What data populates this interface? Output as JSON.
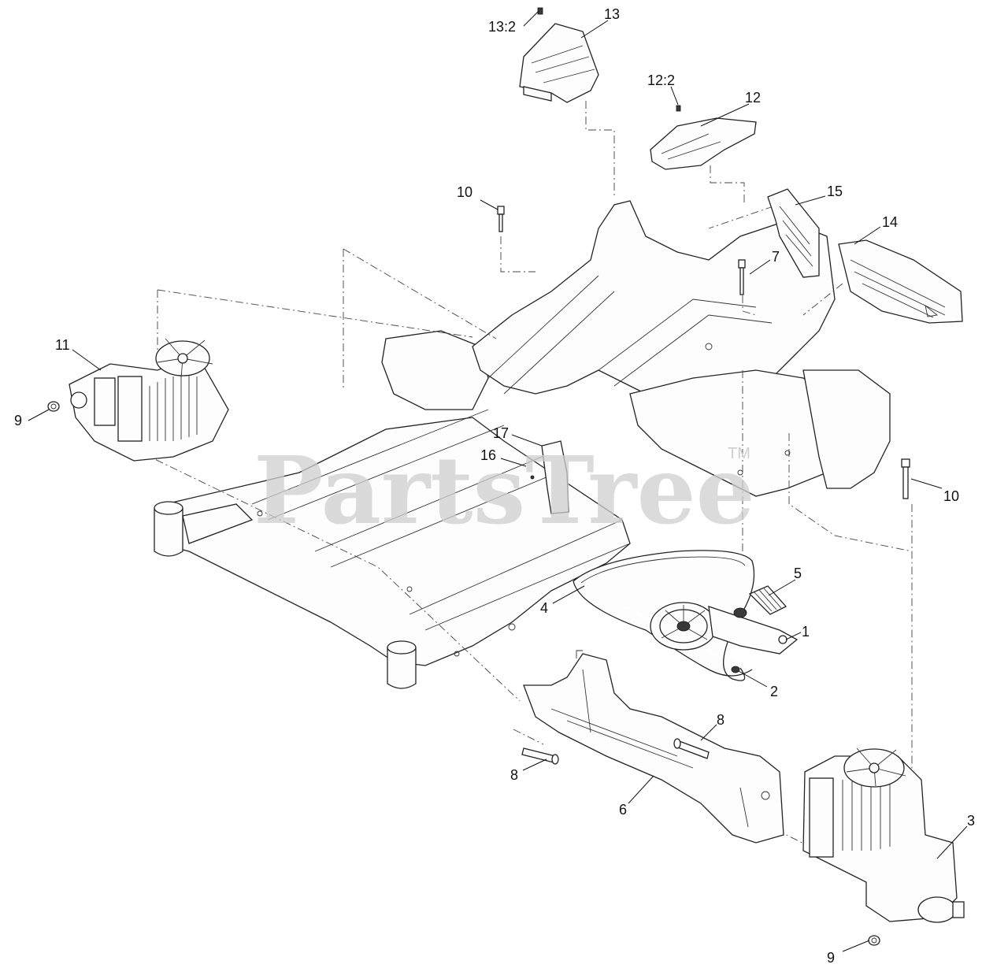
{
  "diagram": {
    "watermark": "PartsTree",
    "trademark": "TM",
    "callouts": {
      "c13_2": "13:2",
      "c13": "13",
      "c12_2": "12:2",
      "c12": "12",
      "c10_top": "10",
      "c15": "15",
      "c14": "14",
      "c7": "7",
      "c11": "11",
      "c9_left": "9",
      "c17": "17",
      "c16": "16",
      "c10_right": "10",
      "c5": "5",
      "c4": "4",
      "c1": "1",
      "c2": "2",
      "c8_upper": "8",
      "c8_lower": "8",
      "c6": "6",
      "c3": "3",
      "c9_bottom": "9"
    }
  }
}
